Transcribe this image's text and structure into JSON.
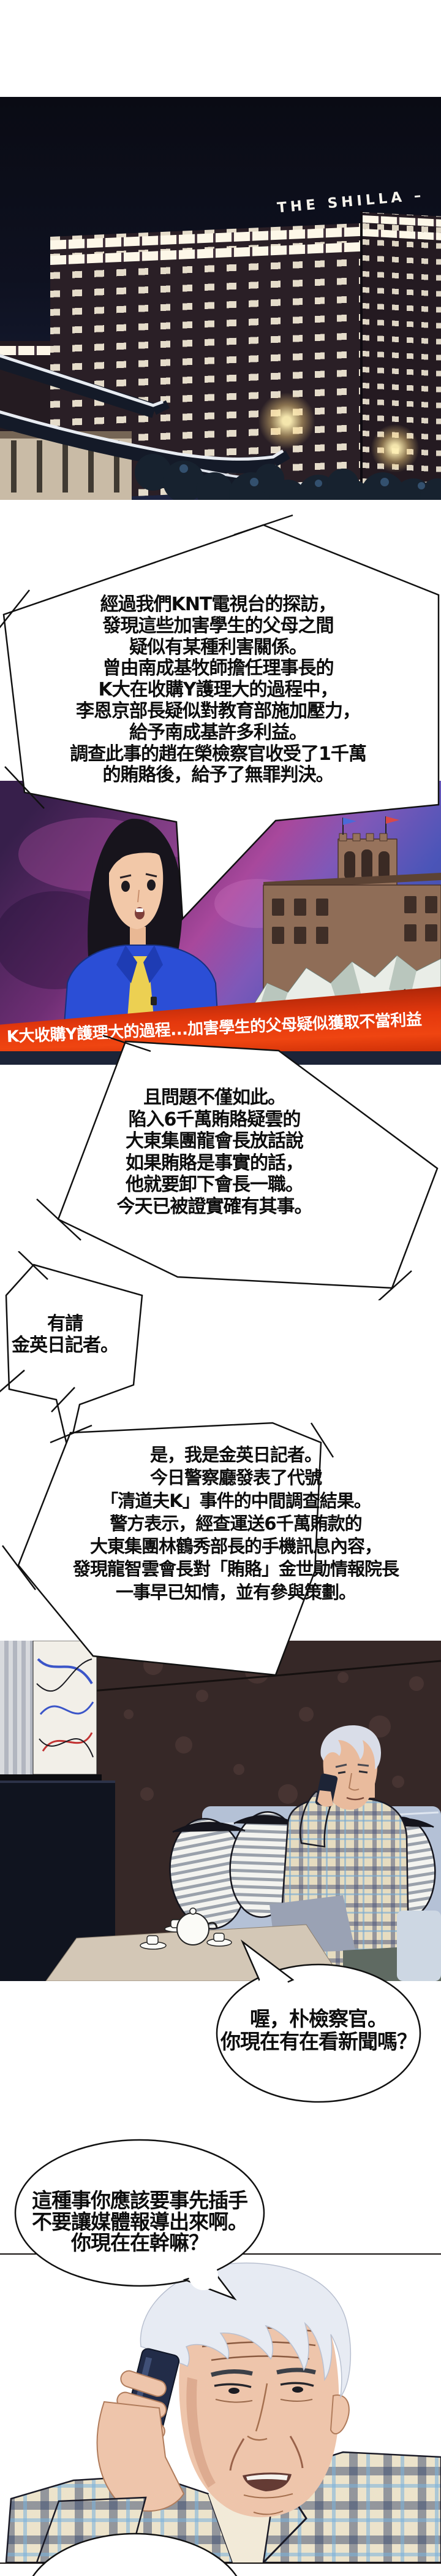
{
  "panel_hotel": {
    "sign": "THE SHILLA –"
  },
  "speech": {
    "b1": {
      "lines": [
        "經過我們KNT電視台的探訪，",
        "發現這些加害學生的父母之間",
        "疑似有某種利害關係。",
        "曾由南成基牧師擔任理事長的",
        "K大在收購Y護理大的過程中，",
        "李恩京部長疑似對教育部施加壓力，",
        "給予南成基許多利益。",
        "調查此事的趙在榮檢察官收受了1千萬",
        "的賄賂後，給予了無罪判決。"
      ]
    },
    "b2": {
      "lines": [
        "且問題不僅如此。",
        "陷入6千萬賄賂疑雲的",
        "大東集團龍會長放話說",
        "如果賄賂是事實的話，",
        "他就要卸下會長一職。",
        "今天已被證實確有其事。"
      ]
    },
    "b3": {
      "lines": [
        "有請",
        "金英日記者。"
      ]
    },
    "b4": {
      "lines": [
        "是，我是金英日記者。",
        "今日警察廳發表了代號",
        "「清道夫K」事件的中間調查結果。",
        "警方表示，經查運送6千萬賄款的",
        "大東集團林鶴秀部長的手機訊息內容，",
        "發現龍智雲會長對「賄賂」金世勛情報院長",
        "一事早已知情，並有參與策劃。"
      ]
    },
    "b5": {
      "lines": [
        "喔，朴檢察官。",
        "你現在有在看新聞嗎？"
      ]
    },
    "b6": {
      "lines": [
        "這種事你應該要事先插手",
        "不要讓媒體報導出來啊。",
        "你現在在幹嘛？"
      ]
    }
  },
  "caption_bar": {
    "text": "K大收購Y護理大的過程...加害學生的父母疑似獲取不當利益",
    "bg": "#e93a0d",
    "text_color": "#ffffff"
  }
}
